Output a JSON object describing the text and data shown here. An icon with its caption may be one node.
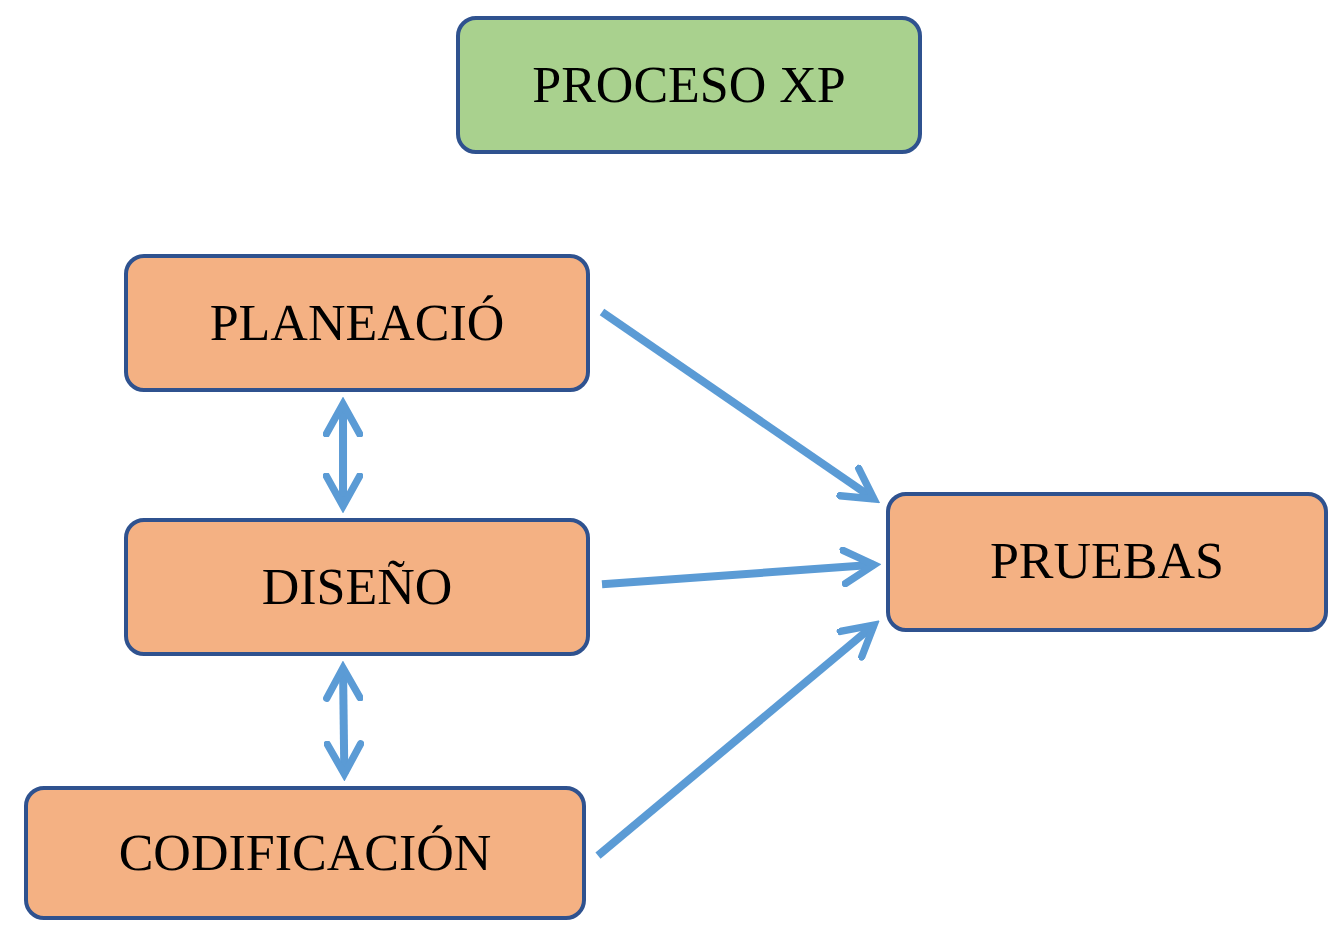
{
  "diagram": {
    "nodes": [
      {
        "text": [
          "PROCESO XP"
        ]
      },
      {
        "text": [
          "PLANEACIÓ"
        ]
      },
      {
        "text": [
          "DISEÑO"
        ]
      },
      {
        "text": [
          "CODIFICACIÓN"
        ]
      },
      {
        "text": [
          "PRUEBAS"
        ]
      }
    ],
    "edges": [
      {
        "from": 1,
        "to": 2,
        "arrow": "both"
      },
      {
        "from": 2,
        "to": 3,
        "arrow": "both"
      },
      {
        "from": 1,
        "to": 4,
        "arrow": "to"
      },
      {
        "from": 2,
        "to": 4,
        "arrow": "to"
      },
      {
        "from": 3,
        "to": 4,
        "arrow": "to"
      }
    ]
  }
}
